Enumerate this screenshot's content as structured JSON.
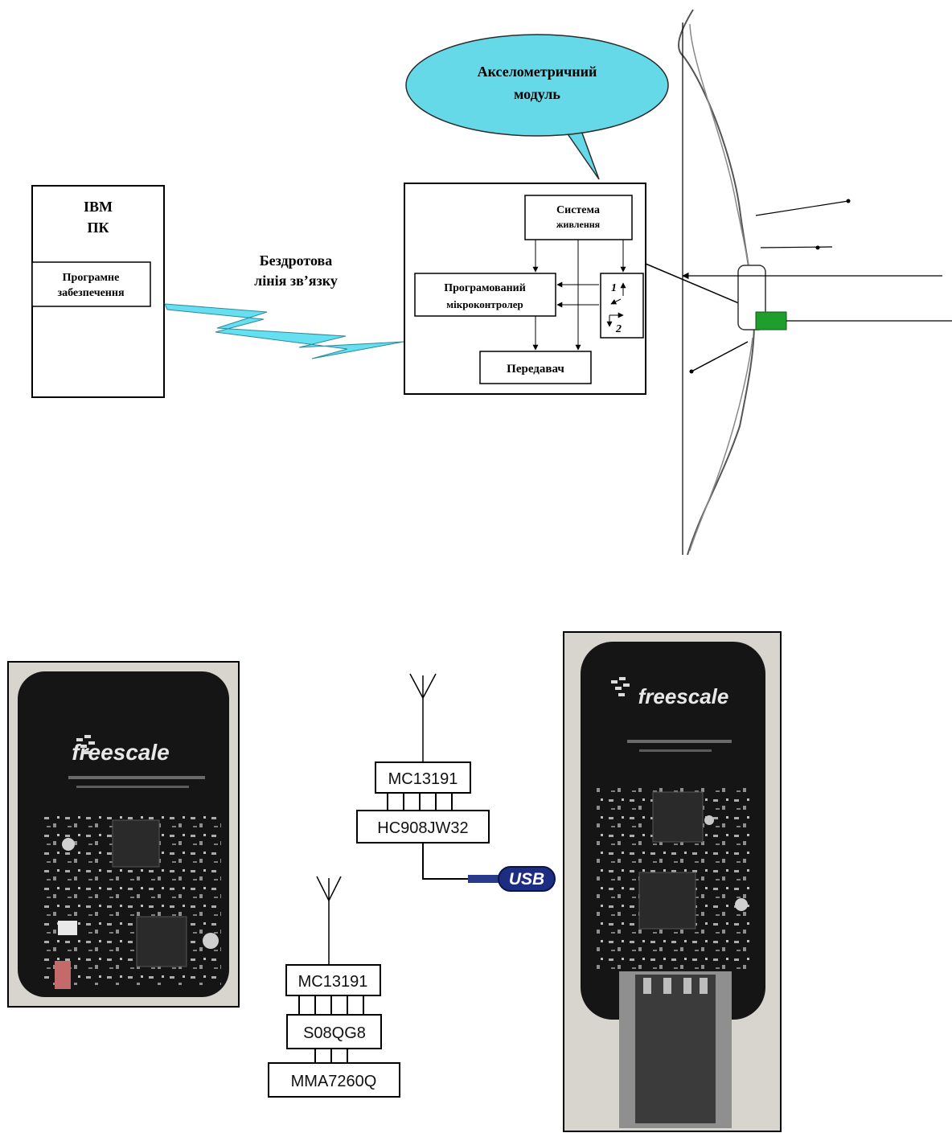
{
  "diagram_top": {
    "pc_box": {
      "title_line1": "IBM",
      "title_line2": "ПК",
      "software_line1": "Програмне",
      "software_line2": "забезпечення"
    },
    "wireless_link": {
      "line1": "Бездротова",
      "line2": "лінія зв’язку"
    },
    "callout": {
      "line1": "Акселометричний",
      "line2": "модуль",
      "fill_color": "#66d9e8"
    },
    "module": {
      "power": {
        "line1": "Система",
        "line2": "живлення"
      },
      "mcu": {
        "line1": "Програмований",
        "line2": "мікроконтролер"
      },
      "transmitter": "Передавач",
      "sensor_axis1": "1",
      "sensor_axis2": "2"
    },
    "bow_grip_color": "#1f9e2e",
    "lightning_color": "#66e0f0"
  },
  "diagram_bottom": {
    "receiver_chain": {
      "chip_top": "MC13191",
      "chip_bottom": "HC908JW32",
      "usb_label": "USB"
    },
    "sensor_chain": {
      "chip_top": "MC13191",
      "chip_mid": "S08QG8",
      "chip_bottom": "MMA7260Q"
    },
    "left_board_brand": "freescale",
    "right_board_brand": "freescale",
    "board_color": "#151515"
  }
}
